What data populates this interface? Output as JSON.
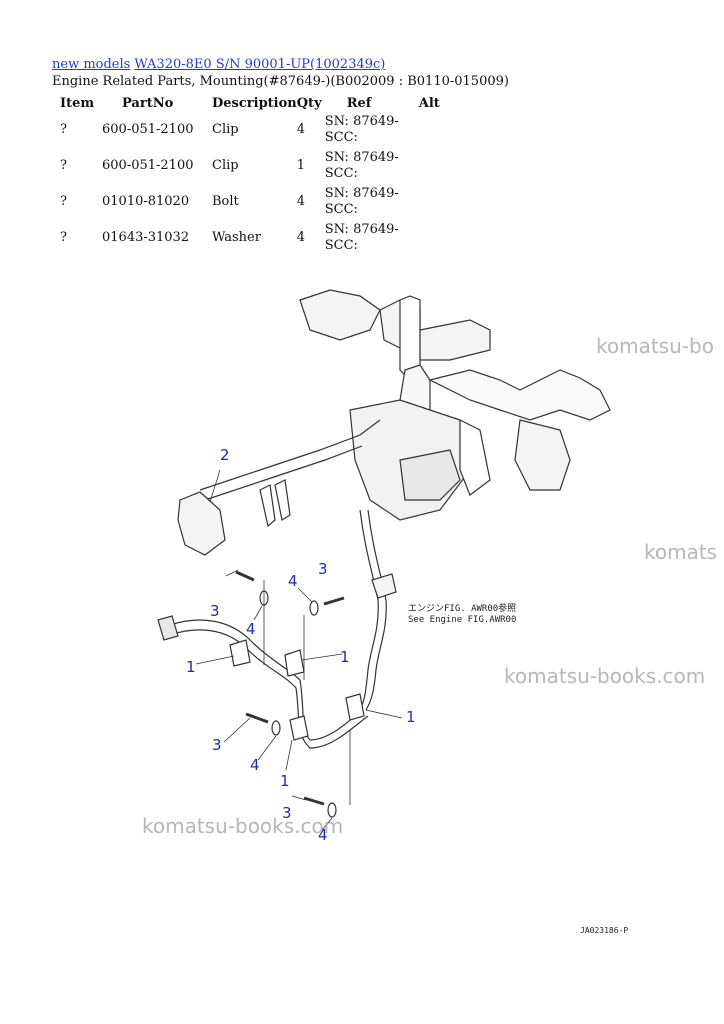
{
  "header": {
    "link_new_models": "new models",
    "link_model": "WA320-8E0 S/N 90001-UP(1002349c)",
    "subtitle": "Engine Related Parts, Mounting(#87649-)(B002009 : B0110-015009)"
  },
  "table": {
    "columns": [
      "Item",
      "PartNo",
      "Description",
      "Qty",
      "Ref",
      "Alt"
    ],
    "rows": [
      {
        "item": "?",
        "part_no": "600-051-2100",
        "description": "Clip",
        "qty": "4",
        "ref": "SN: 87649-\nSCC:",
        "alt": ""
      },
      {
        "item": "?",
        "part_no": "600-051-2100",
        "description": "Clip",
        "qty": "1",
        "ref": "SN: 87649-\nSCC:",
        "alt": ""
      },
      {
        "item": "?",
        "part_no": "01010-81020",
        "description": "Bolt",
        "qty": "4",
        "ref": "SN: 87649-\nSCC:",
        "alt": ""
      },
      {
        "item": "?",
        "part_no": "01643-31032",
        "description": "Washer",
        "qty": "4",
        "ref": "SN: 87649-\nSCC:",
        "alt": ""
      }
    ]
  },
  "diagram": {
    "callouts": [
      "1",
      "1",
      "1",
      "1",
      "2",
      "3",
      "3",
      "3",
      "3",
      "4",
      "4",
      "4",
      "4"
    ],
    "note_line1": "エンジンFIG. AWR00参照",
    "note_line2": "See Engine FIG.AWR00",
    "fig_code": "JA023186-P",
    "callout_color": "#1a2fb0"
  },
  "watermarks": [
    "komatsu-bo",
    "komats",
    "komatsu-books.com",
    "komatsu-books.com"
  ]
}
